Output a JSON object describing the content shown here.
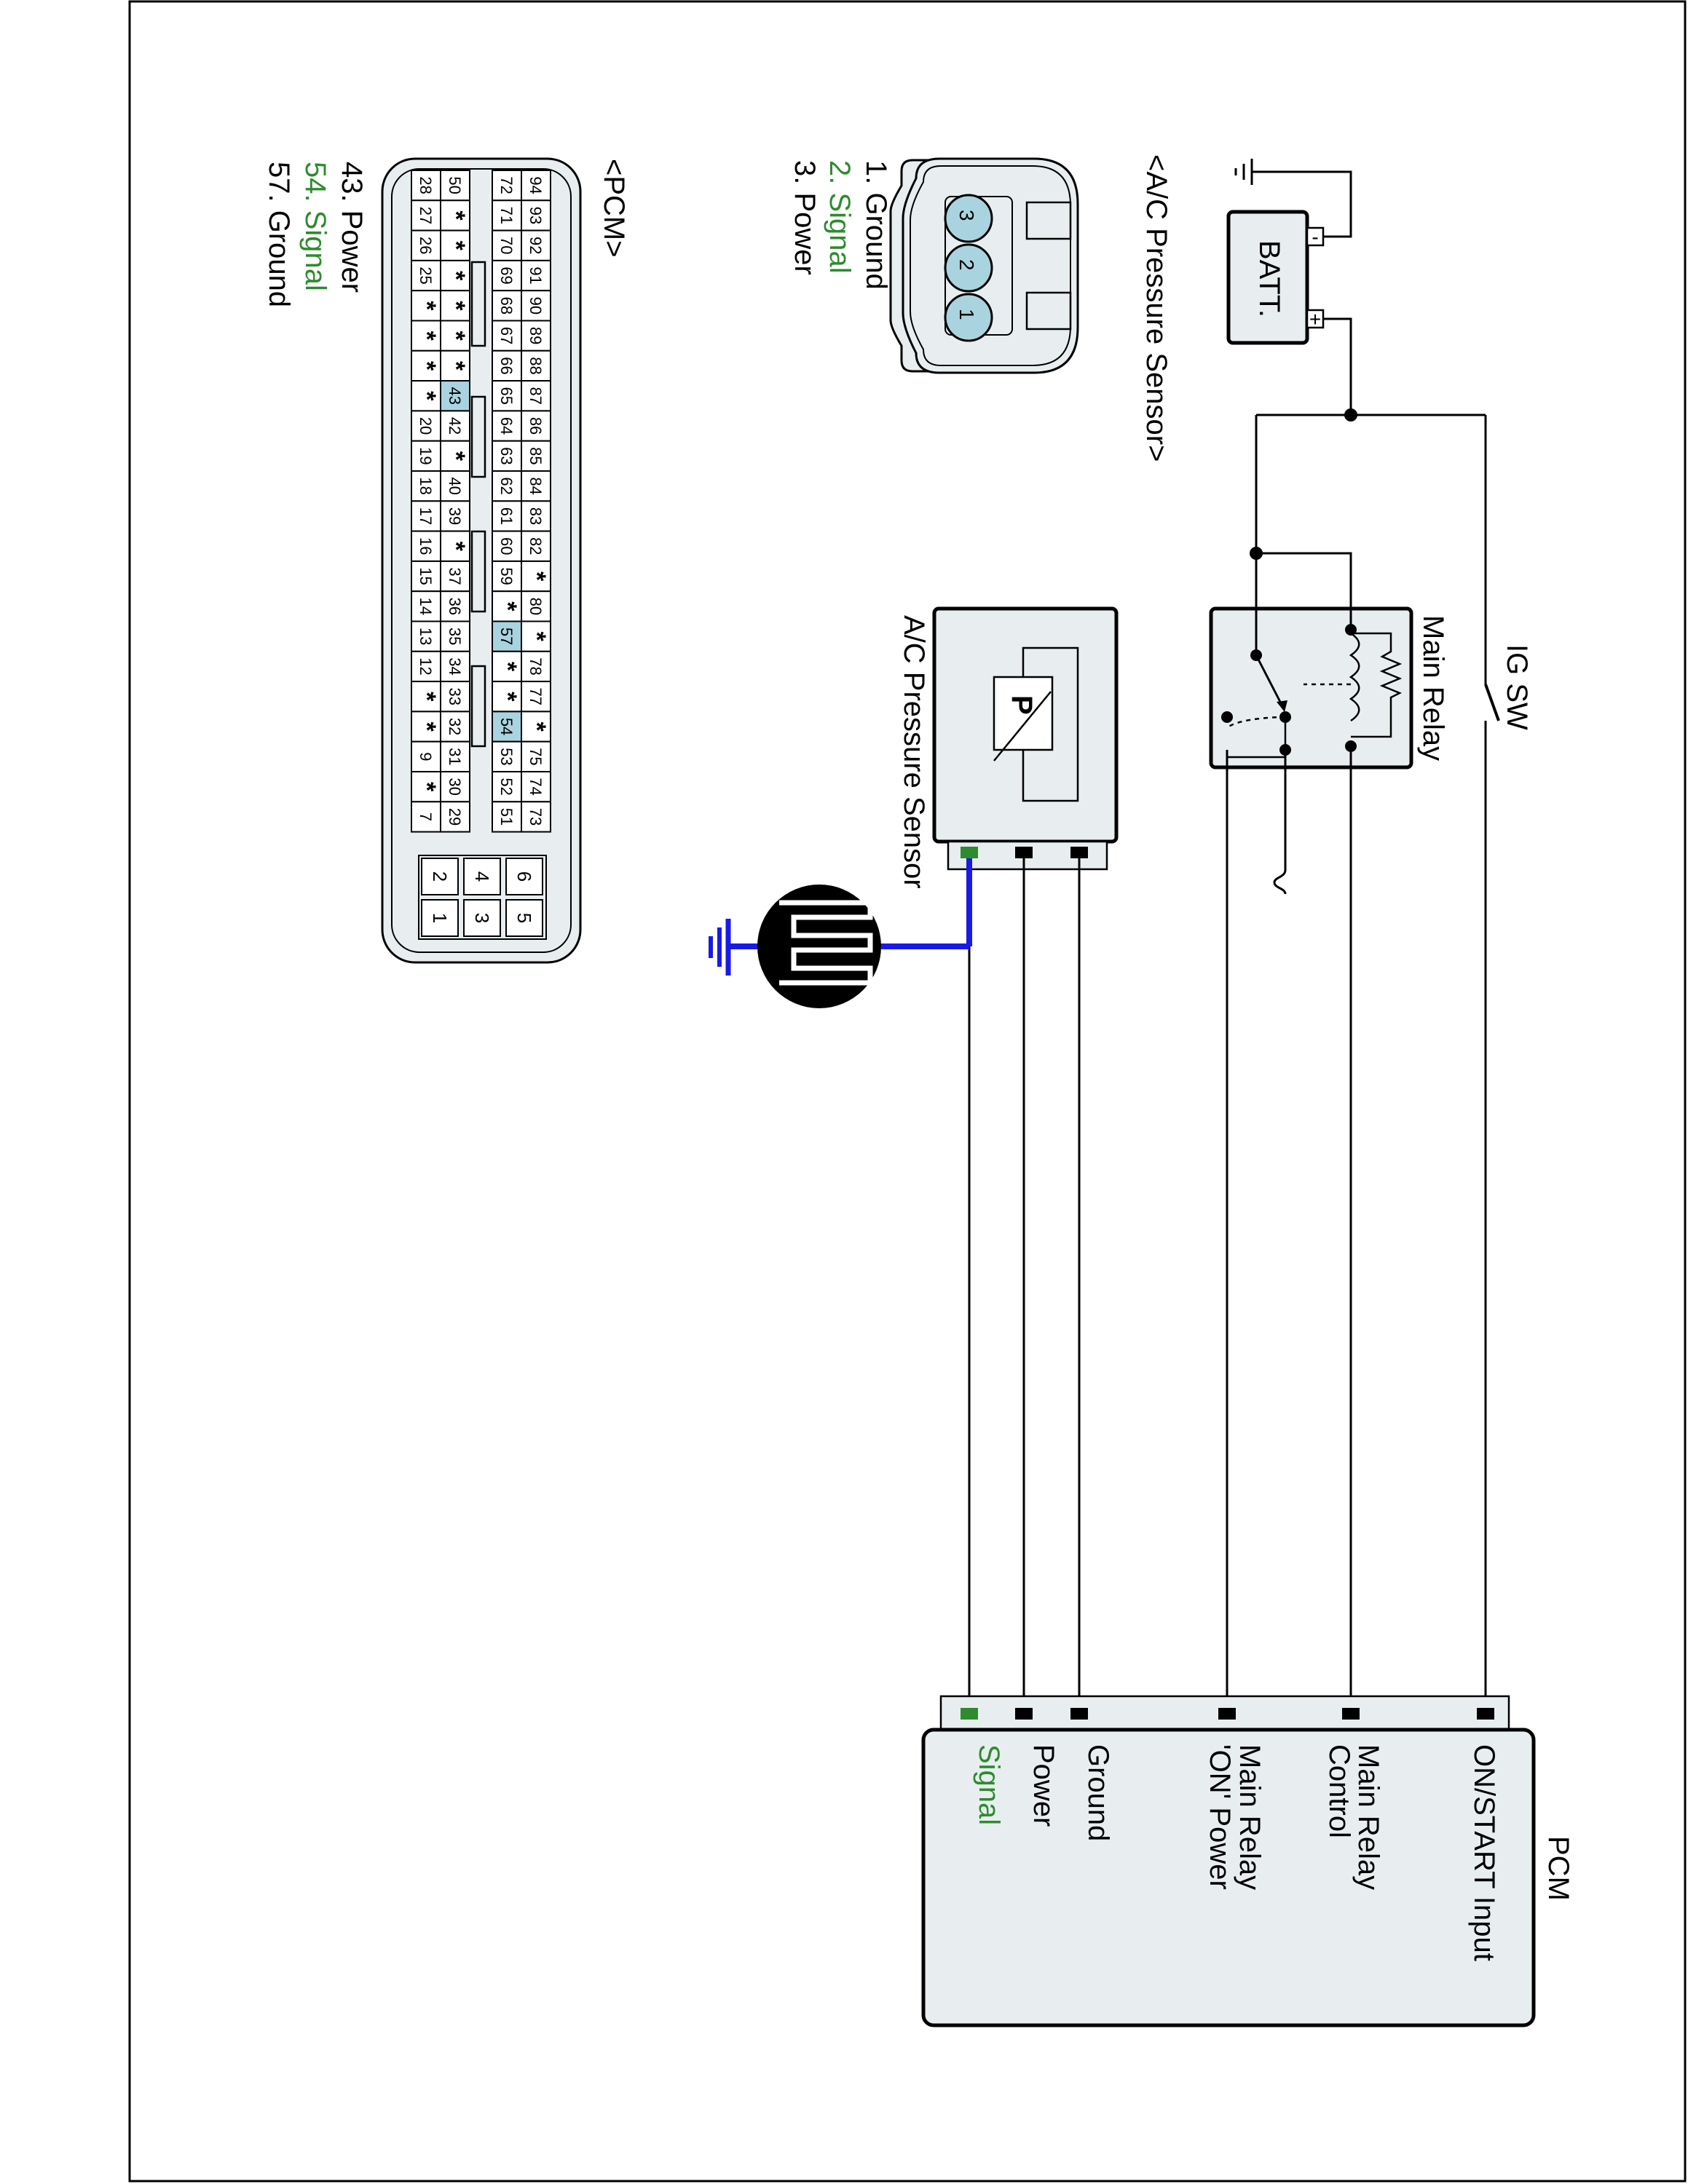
{
  "components": {
    "ig_sw": "IG SW",
    "main_relay": "Main Relay",
    "battery": "BATT.",
    "battery_plus": "+",
    "battery_minus": "-",
    "sensor": "A/C Pressure Sensor",
    "sensor_symbol": "P",
    "pcm": "PCM"
  },
  "pcm_terminals": [
    "ON/START  Input",
    "Main Relay",
    "Control",
    "Main Relay",
    "'ON' Power",
    "Ground",
    "Power",
    "Signal"
  ],
  "sensor_connector": {
    "title": "<A/C Pressure Sensor>",
    "pins": [
      "3",
      "2",
      "1"
    ],
    "pin_list": [
      "1. Ground",
      "2. Signal",
      "3. Power"
    ]
  },
  "pcm_connector": {
    "title": "<PCM>",
    "pin_list": [
      "43. Power",
      "54. Signal",
      "57. Ground"
    ],
    "rows": [
      [
        "94",
        "93",
        "92",
        "91",
        "90",
        "89",
        "88",
        "87",
        "86",
        "85",
        "84",
        "83",
        "82",
        "*",
        "80",
        "*",
        "78",
        "77",
        "*",
        "75",
        "74",
        "73"
      ],
      [
        "72",
        "71",
        "70",
        "69",
        "68",
        "67",
        "66",
        "65",
        "64",
        "63",
        "62",
        "61",
        "60",
        "59",
        "*",
        "57",
        "*",
        "*",
        "54",
        "53",
        "52",
        "51"
      ],
      [
        "50",
        "*",
        "*",
        "*",
        "*",
        "*",
        "*",
        "43",
        "42",
        "*",
        "40",
        "39",
        "*",
        "37",
        "36",
        "35",
        "34",
        "33",
        "32",
        "31",
        "30",
        "29"
      ],
      [
        "28",
        "27",
        "26",
        "25",
        "*",
        "*",
        "*",
        "*",
        "20",
        "19",
        "18",
        "17",
        "16",
        "15",
        "14",
        "13",
        "12",
        "*",
        "*",
        "9",
        "*",
        "7"
      ]
    ],
    "small_block": [
      [
        "6",
        "5"
      ],
      [
        "4",
        "3"
      ],
      [
        "2",
        "1"
      ]
    ]
  },
  "colors": {
    "signal_text": "#2e8b2e",
    "signal_wire": "#1a1ae6",
    "pin_highlight": "#a9d3df",
    "box_fill": "#e8eef0"
  }
}
